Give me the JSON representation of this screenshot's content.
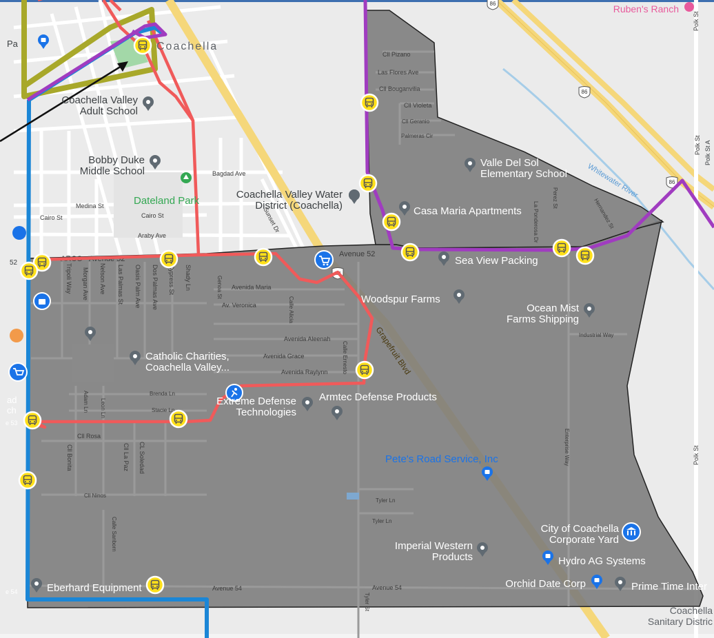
{
  "map": {
    "streets": {
      "avenue_52": "Avenue 52",
      "avenue_52_west": "ARCO - Avenue 52",
      "avenue_54": "Avenue 54",
      "grapefruit_blvd": "Grapefruit Blvd",
      "polk_st_upper": "Polk St",
      "polk_st_mid": "Polk St",
      "polk_st_lower": "Polk St",
      "tyler_st": "Tyler St",
      "industrial_way": "Industrial Way",
      "enterprise_way": "Enterprise Way",
      "bagdad_ave": "Bagdad Ave",
      "cairo_st_w": "Cairo St",
      "cairo_st_e": "Cairo St",
      "medina_st": "Medina St",
      "araby_ave": "Araby Ave",
      "sunset_dr": "Sunset Dr",
      "avenida_maria": "Avenida Maria",
      "av_veronica": "Av. Veronica",
      "avenida_aleenah": "Avenida Aleenah",
      "avenida_grace": "Avenida Grace",
      "avenida_raylynn": "Avenida Raylynn",
      "brenda_ln": "Brenda Ln",
      "stacie_ln": "Stacie Ln",
      "cll_rosa": "Cll Rosa",
      "cll_ninos": "Cll Ninos",
      "cll_pizano": "Cll Pizano",
      "las_flores_ave": "Las Flores Ave",
      "cll_bouganvilia": "Cll Bouganvilia",
      "cll_violeta": "Cll Violeta",
      "cll_geranio": "Cll Geranio",
      "palmeras_cir": "Palmeras Cir",
      "perez_st": "Perez St",
      "la_ponderosa_dr": "La Ponderosa Dr",
      "hernandez_st": "Hernandez St",
      "tyler_ln_1": "Tyler Ln",
      "tyler_ln_2": "Tyler Ln",
      "calle_sanborn": "Calle Sanborn",
      "cll_bonita": "Cll Bonita",
      "cll_la_paz": "Cll La Paz",
      "cl_soledad": "CL Soledad",
      "tripoli_way": "Tripoli Way",
      "morgan_ave": "Morgan Ave",
      "nelson_ave": "Nelson Ave",
      "las_palmas_st": "Las Palmas St",
      "oasis_palm_ave": "Oasis Palm Ave",
      "dos_palmas_ave": "Dos Palmas Ave",
      "cypress_st": "Cypress St",
      "shady_ln": "Shady Ln",
      "genoa_st": "Genoa St",
      "calle_alicia": "Calle Alicia",
      "calle_ernesto": "Calle Ernesto",
      "adam_ln": "Adam Ln",
      "leon_ln": "Leon Ln",
      "hwy_86": "86",
      "hwy_111": "111"
    },
    "places": {
      "coachella": "Coachella",
      "adult_school": [
        "Coachella Valley",
        "Adult School"
      ],
      "bobby_duke": [
        "Bobby Duke",
        "Middle School"
      ],
      "dateland_park": "Dateland Park",
      "water_district": [
        "Coachella Valley Water",
        "District (Coachella)"
      ],
      "valle_del_sol": [
        "Valle Del Sol",
        "Elementary School"
      ],
      "casa_maria": "Casa Maria Apartments",
      "sea_view": "Sea View Packing",
      "woodspur": "Woodspur Farms",
      "ocean_mist": [
        "Ocean Mist",
        "Farms Shipping"
      ],
      "catholic_charities": [
        "Catholic Charities,",
        "Coachella Valley..."
      ],
      "extreme_defense": [
        "Extreme Defense",
        "Technologies"
      ],
      "armtec": "Armtec Defense Products",
      "petes_road": "Pete's Road Service, Inc",
      "city_coachella": [
        "City of Coachella",
        "Corporate Yard"
      ],
      "hydro_ag": "Hydro AG Systems",
      "orchid_date": "Orchid Date Corp",
      "prime_time": "Prime Time Inter",
      "imperial_western": [
        "Imperial Western",
        "Products"
      ],
      "eberhard": "Eberhard Equipment",
      "coachella_sanitary": [
        "Coachella",
        "Sanitary Distric"
      ],
      "rubens_ranch": "Ruben's Ranch",
      "whitewater_river": "Whitewater River",
      "edge_pa": "Pa",
      "edge_ad": [
        "ad",
        "ch"
      ],
      "edge_53": "e 53",
      "edge_52": "52",
      "edge_54": "e 54",
      "edge_polk_a": "Polk St A"
    },
    "colors": {
      "zone_fill": "#7b7b7b",
      "route_red": "#f05a5a",
      "route_blue": "#1b86d6",
      "route_purple": "#a03cc0",
      "route_olive": "#a8a82a",
      "bus_stop": "#ffe01a",
      "poi_blue": "#1a73e8",
      "poi_gray": "#606a72",
      "park_green": "#34a853",
      "highway_yellow": "#f5d77a"
    }
  }
}
